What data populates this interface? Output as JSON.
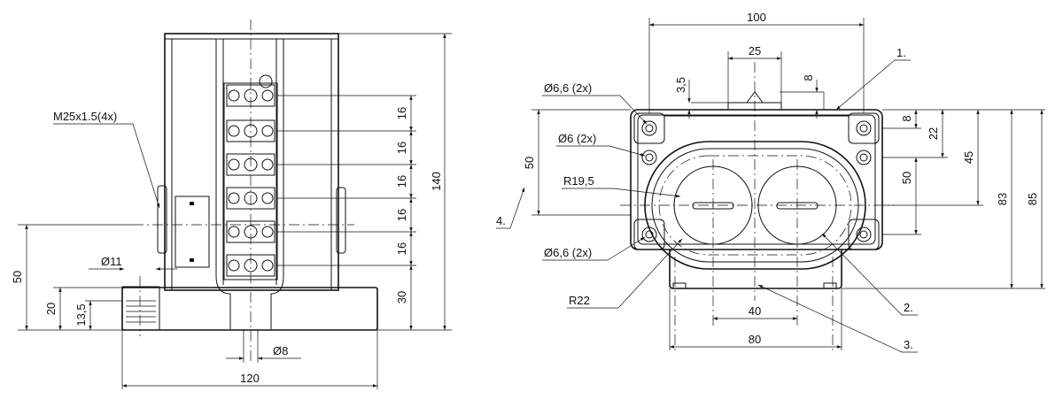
{
  "left_view": {
    "dims": {
      "width_total": "120",
      "height_total": "140",
      "height_50": "50",
      "height_20": "20",
      "height_13_5": "13,5",
      "height_30": "30",
      "pitch": [
        "16",
        "16",
        "16",
        "16",
        "16"
      ],
      "thread": "M25x1.5(4x)",
      "dia_11": "11",
      "dia_8": "8"
    }
  },
  "right_view": {
    "dims": {
      "width_100": "100",
      "width_25": "25",
      "width_40": "40",
      "width_80": "80",
      "v_3_5": "3,5",
      "v_8_top": "8",
      "v_8_right": "8",
      "v_22": "22",
      "v_45": "45",
      "v_50_left": "50",
      "v_50_right": "50",
      "v_83": "83",
      "v_85": "85",
      "hole_66_top": "6,6 (2x)",
      "hole_6": "6 (2x)",
      "radius_19_5": "R19,5",
      "radius_22": "R22",
      "hole_66_bottom": "6,6 (2x)"
    },
    "callouts": [
      "1.",
      "2.",
      "3.",
      "4."
    ]
  },
  "symbols": {
    "diameter": "Ø"
  }
}
